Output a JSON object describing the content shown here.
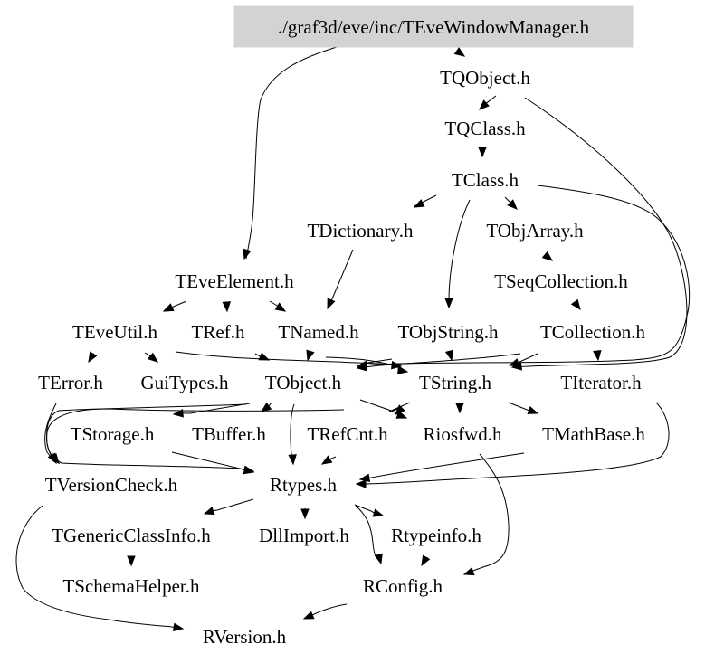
{
  "graph": {
    "title": "./graf3d/eve/inc/TEveWindowManager.h",
    "root_fill": "#d3d3d3",
    "nodes": [
      {
        "id": "root",
        "label": "./graf3d/eve/inc/TEveWindowManager.h",
        "root": true
      },
      {
        "id": "TQObject",
        "label": "TQObject.h"
      },
      {
        "id": "TQClass",
        "label": "TQClass.h"
      },
      {
        "id": "TClass",
        "label": "TClass.h"
      },
      {
        "id": "TDictionary",
        "label": "TDictionary.h"
      },
      {
        "id": "TObjArray",
        "label": "TObjArray.h"
      },
      {
        "id": "TEveElement",
        "label": "TEveElement.h"
      },
      {
        "id": "TSeqCollection",
        "label": "TSeqCollection.h"
      },
      {
        "id": "TEveUtil",
        "label": "TEveUtil.h"
      },
      {
        "id": "TRef",
        "label": "TRef.h"
      },
      {
        "id": "TNamed",
        "label": "TNamed.h"
      },
      {
        "id": "TObjString",
        "label": "TObjString.h"
      },
      {
        "id": "TCollection",
        "label": "TCollection.h"
      },
      {
        "id": "TError",
        "label": "TError.h"
      },
      {
        "id": "GuiTypes",
        "label": "GuiTypes.h"
      },
      {
        "id": "TObject",
        "label": "TObject.h"
      },
      {
        "id": "TString",
        "label": "TString.h"
      },
      {
        "id": "TIterator",
        "label": "TIterator.h"
      },
      {
        "id": "TStorage",
        "label": "TStorage.h"
      },
      {
        "id": "TBuffer",
        "label": "TBuffer.h"
      },
      {
        "id": "TRefCnt",
        "label": "TRefCnt.h"
      },
      {
        "id": "Riosfwd",
        "label": "Riosfwd.h"
      },
      {
        "id": "TMathBase",
        "label": "TMathBase.h"
      },
      {
        "id": "TVersionCheck",
        "label": "TVersionCheck.h"
      },
      {
        "id": "Rtypes",
        "label": "Rtypes.h"
      },
      {
        "id": "TGenericClassInfo",
        "label": "TGenericClassInfo.h"
      },
      {
        "id": "DllImport",
        "label": "DllImport.h"
      },
      {
        "id": "Rtypeinfo",
        "label": "Rtypeinfo.h"
      },
      {
        "id": "TSchemaHelper",
        "label": "TSchemaHelper.h"
      },
      {
        "id": "RConfig",
        "label": "RConfig.h"
      },
      {
        "id": "RVersion",
        "label": "RVersion.h"
      }
    ],
    "edges": [
      [
        "root",
        "TQObject"
      ],
      [
        "root",
        "TEveElement"
      ],
      [
        "TQObject",
        "TQClass"
      ],
      [
        "TQObject",
        "TString"
      ],
      [
        "TQClass",
        "TClass"
      ],
      [
        "TClass",
        "TDictionary"
      ],
      [
        "TClass",
        "TObjArray"
      ],
      [
        "TClass",
        "TObjString"
      ],
      [
        "TClass",
        "TObject"
      ],
      [
        "TDictionary",
        "TNamed"
      ],
      [
        "TObjArray",
        "TSeqCollection"
      ],
      [
        "TSeqCollection",
        "TCollection"
      ],
      [
        "TEveElement",
        "TEveUtil"
      ],
      [
        "TEveElement",
        "TRef"
      ],
      [
        "TEveElement",
        "TNamed"
      ],
      [
        "TEveUtil",
        "TError"
      ],
      [
        "TEveUtil",
        "GuiTypes"
      ],
      [
        "TEveUtil",
        "TString"
      ],
      [
        "TRef",
        "TObject"
      ],
      [
        "TNamed",
        "TObject"
      ],
      [
        "TNamed",
        "TString"
      ],
      [
        "TObjString",
        "TObject"
      ],
      [
        "TObjString",
        "TString"
      ],
      [
        "TCollection",
        "TObject"
      ],
      [
        "TCollection",
        "TString"
      ],
      [
        "TCollection",
        "TIterator"
      ],
      [
        "TObject",
        "TStorage"
      ],
      [
        "TObject",
        "TBuffer"
      ],
      [
        "TObject",
        "Rtypes"
      ],
      [
        "TObject",
        "TVersionCheck"
      ],
      [
        "TObject",
        "Riosfwd"
      ],
      [
        "TError",
        "TVersionCheck"
      ],
      [
        "TString",
        "TRefCnt"
      ],
      [
        "TString",
        "Riosfwd"
      ],
      [
        "TString",
        "TMathBase"
      ],
      [
        "TString",
        "TVersionCheck"
      ],
      [
        "TStorage",
        "Rtypes"
      ],
      [
        "TRefCnt",
        "Rtypes"
      ],
      [
        "TMathBase",
        "Rtypes"
      ],
      [
        "TIterator",
        "Rtypes"
      ],
      [
        "Riosfwd",
        "RConfig"
      ],
      [
        "Rtypes",
        "TGenericClassInfo"
      ],
      [
        "Rtypes",
        "DllImport"
      ],
      [
        "Rtypes",
        "Rtypeinfo"
      ],
      [
        "Rtypes",
        "RConfig"
      ],
      [
        "TGenericClassInfo",
        "TSchemaHelper"
      ],
      [
        "Rtypeinfo",
        "RConfig"
      ],
      [
        "TVersionCheck",
        "RVersion"
      ],
      [
        "RConfig",
        "RVersion"
      ]
    ]
  }
}
